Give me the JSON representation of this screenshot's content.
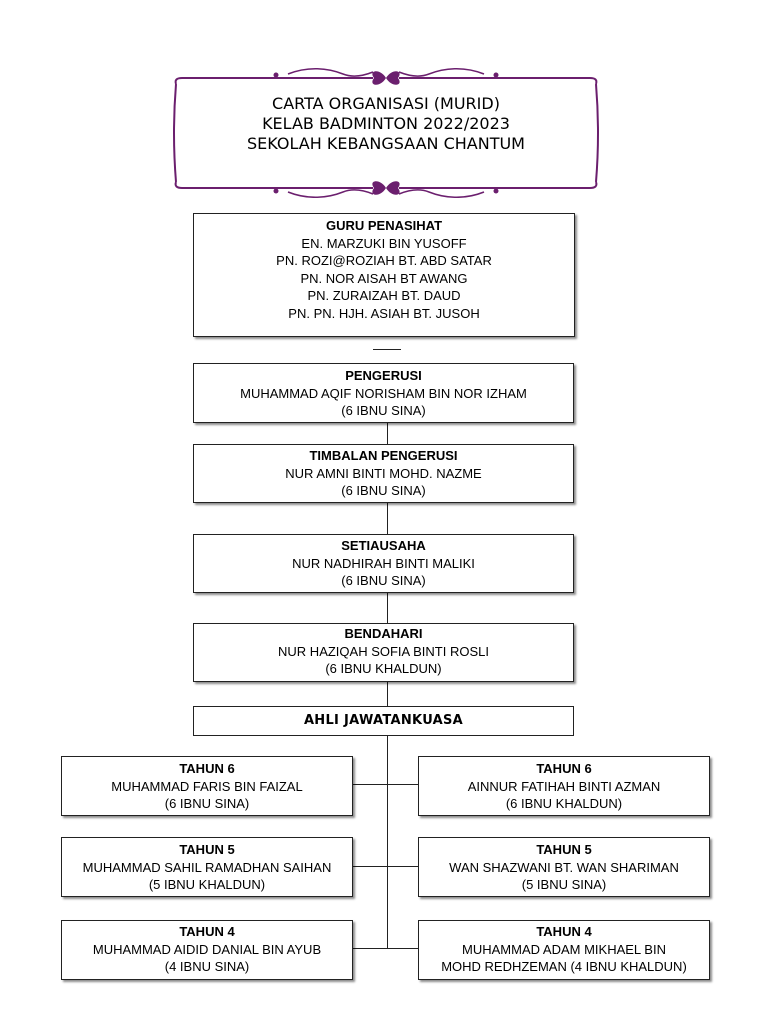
{
  "header": {
    "line1": "CARTA ORGANISASI (MURID)",
    "line2": "KELAB BADMINTON 2022/2023",
    "line3": "SEKOLAH KEBANGSAAN CHANTUM"
  },
  "advisors": {
    "title": "GURU PENASIHAT",
    "names": [
      "EN. MARZUKI BIN YUSOFF",
      "PN. ROZI@ROZIAH BT. ABD SATAR",
      "PN. NOR AISAH BT AWANG",
      "PN. ZURAIZAH BT. DAUD",
      "PN. PN. HJH. ASIAH BT. JUSOH"
    ]
  },
  "officers": [
    {
      "role": "PENGERUSI",
      "name": "MUHAMMAD AQIF NORISHAM BIN NOR IZHAM",
      "class": "(6 IBNU SINA)"
    },
    {
      "role": "TIMBALAN PENGERUSI",
      "name": "NUR AMNI BINTI MOHD. NAZME",
      "class": "(6 IBNU SINA)"
    },
    {
      "role": "SETIAUSAHA",
      "name": "NUR NADHIRAH BINTI MALIKI",
      "class": "(6 IBNU SINA)"
    },
    {
      "role": "BENDAHARI",
      "name": "NUR HAZIQAH SOFIA BINTI ROSLI",
      "class": "(6 IBNU KHALDUN)"
    }
  ],
  "committee": {
    "title": "AHLI JAWATANKUASA",
    "left": [
      {
        "year": "TAHUN 6",
        "name": "MUHAMMAD FARIS BIN FAIZAL",
        "class": "(6 IBNU SINA)"
      },
      {
        "year": "TAHUN 5",
        "name": "MUHAMMAD SAHIL RAMADHAN SAIHAN",
        "class": "(5 IBNU KHALDUN)"
      },
      {
        "year": "TAHUN 4",
        "name": "MUHAMMAD AIDID DANIAL BIN AYUB",
        "class": "(4 IBNU SINA)"
      }
    ],
    "right": [
      {
        "year": "TAHUN 6",
        "name": "AINNUR FATIHAH BINTI AZMAN",
        "class": "(6 IBNU KHALDUN)"
      },
      {
        "year": "TAHUN 5",
        "name": "WAN SHAZWANI BT.  WAN SHARIMAN",
        "class": "(5 IBNU SINA)"
      },
      {
        "year": "TAHUN 4",
        "name": "MUHAMMAD ADAM MIKHAEL BIN",
        "class": "MOHD REDHZEMAN (4 IBNU KHALDUN)"
      }
    ]
  },
  "colors": {
    "frame": "#6b1f6e",
    "lines": "#222222"
  }
}
